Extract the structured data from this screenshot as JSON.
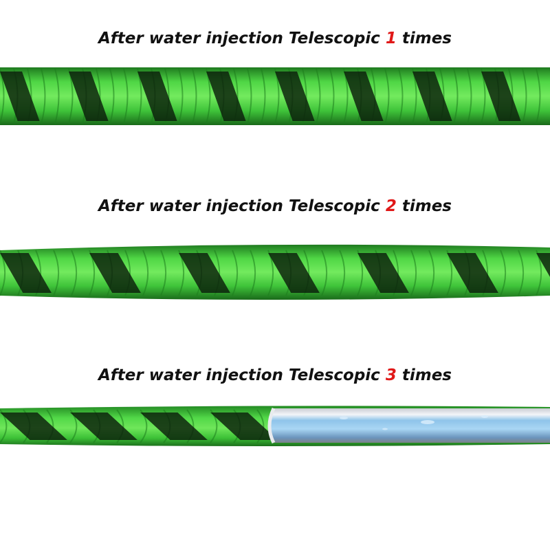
{
  "colors": {
    "hose_green": "#3fc43a",
    "hose_green_light": "#6fe65a",
    "hose_stripe": "#0b1f0b",
    "number_red": "#e01818",
    "inner_tube_blue": "#8fc4ea"
  },
  "captions": [
    {
      "prefix": "After water injection Telescopic",
      "number": "1",
      "suffix": "times"
    },
    {
      "prefix": "After water injection Telescopic",
      "number": "2",
      "suffix": "times"
    },
    {
      "prefix": "After water injection Telescopic",
      "number": "3",
      "suffix": "times"
    }
  ]
}
